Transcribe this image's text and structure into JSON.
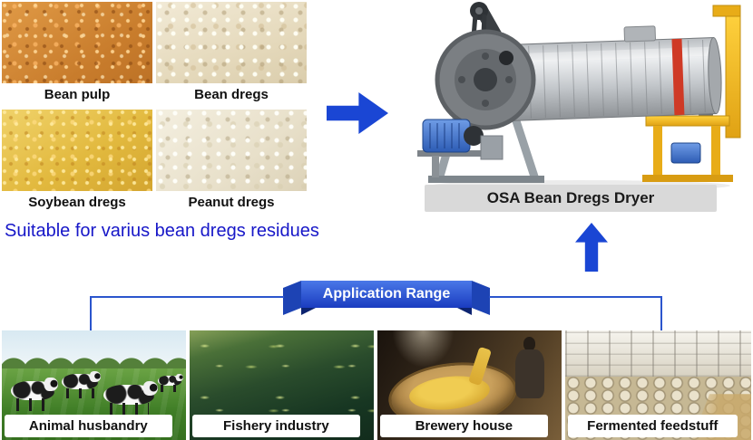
{
  "samples": [
    {
      "label": "Bean pulp"
    },
    {
      "label": "Bean dregs"
    },
    {
      "label": "Soybean dregs"
    },
    {
      "label": "Peanut dregs"
    }
  ],
  "machine": {
    "label": "OSA Bean Dregs Dryer"
  },
  "tagline": "Suitable for varius bean dregs residues",
  "ribbon": {
    "label": "Application Range"
  },
  "applications": [
    {
      "label": "Animal husbandry"
    },
    {
      "label": "Fishery industry"
    },
    {
      "label": "Brewery house"
    },
    {
      "label": "Fermented feedstuff"
    }
  ],
  "colors": {
    "accent_blue": "#1a46d4",
    "connector_blue": "#2b55cd",
    "tagline_blue": "#1717c8",
    "ribbon_blue": "#2a5ae0",
    "machine_yellow": "#f0b820",
    "machine_label_gray": "#d9d9d9"
  },
  "icons": {
    "right_arrow": "arrow-right-icon",
    "up_arrow": "arrow-up-icon"
  }
}
